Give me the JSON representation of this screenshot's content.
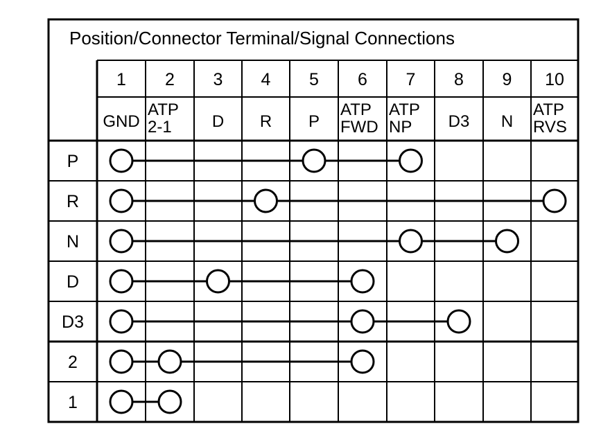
{
  "title": "Position/Connector Terminal/Signal Connections",
  "terminals": [
    {
      "num": "1",
      "signal": [
        "GND"
      ]
    },
    {
      "num": "2",
      "signal": [
        "ATP",
        "2-1"
      ]
    },
    {
      "num": "3",
      "signal": [
        "D"
      ]
    },
    {
      "num": "4",
      "signal": [
        "R"
      ]
    },
    {
      "num": "5",
      "signal": [
        "P"
      ]
    },
    {
      "num": "6",
      "signal": [
        "ATP",
        "FWD"
      ]
    },
    {
      "num": "7",
      "signal": [
        "ATP",
        "NP"
      ]
    },
    {
      "num": "8",
      "signal": [
        "D3"
      ]
    },
    {
      "num": "9",
      "signal": [
        "N"
      ]
    },
    {
      "num": "10",
      "signal": [
        "ATP",
        "RVS"
      ]
    }
  ],
  "positions": [
    {
      "label": "P",
      "connected": [
        1,
        5,
        7
      ]
    },
    {
      "label": "R",
      "connected": [
        1,
        4,
        10
      ]
    },
    {
      "label": "N",
      "connected": [
        1,
        7,
        9
      ]
    },
    {
      "label": "D",
      "connected": [
        1,
        3,
        6
      ]
    },
    {
      "label": "D3",
      "connected": [
        1,
        6,
        8
      ]
    },
    {
      "label": "2",
      "connected": [
        1,
        2,
        6
      ]
    },
    {
      "label": "1",
      "connected": [
        1,
        2
      ]
    }
  ]
}
